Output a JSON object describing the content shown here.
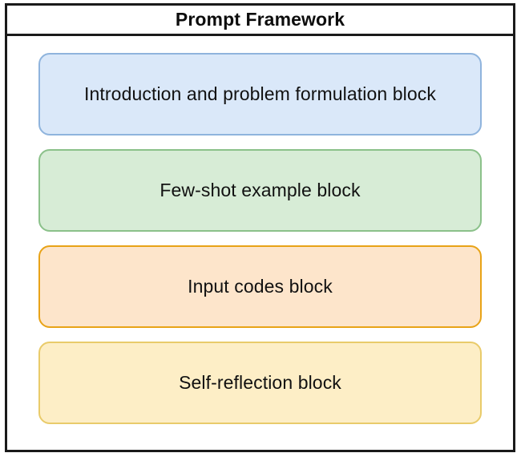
{
  "diagram": {
    "title": "Prompt Framework",
    "blocks": [
      {
        "id": "introduction-and-problem-formulation",
        "label": "Introduction and problem formulation block",
        "fill": "#dae8f9",
        "border": "#8fb4dd"
      },
      {
        "id": "few-shot-example",
        "label": "Few-shot example block",
        "fill": "#d7ecd6",
        "border": "#8bc18a"
      },
      {
        "id": "input-codes",
        "label": "Input codes block",
        "fill": "#fde5cb",
        "border": "#e8a317"
      },
      {
        "id": "self-reflection",
        "label": "Self-reflection block",
        "fill": "#fdeec6",
        "border": "#e9cb6a"
      }
    ],
    "frame_border_color": "#1a1a1a",
    "background_color": "#ffffff",
    "text_color": "#111111"
  }
}
